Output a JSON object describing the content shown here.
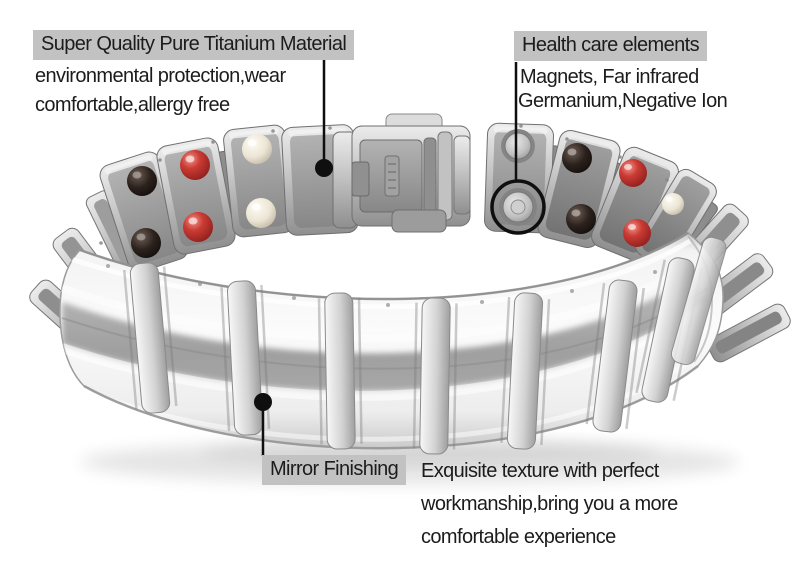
{
  "annotations": {
    "titanium": {
      "title": "Super Quality Pure Titanium Material",
      "lines": [
        "environmental protection,wear",
        "comfortable,allergy free"
      ]
    },
    "health": {
      "title": "Health care elements",
      "lines": [
        "Magnets, Far infrared",
        "Germanium,Negative Ion"
      ]
    },
    "mirror": {
      "title": "Mirror Finishing",
      "lines": [
        "Exquisite texture with perfect",
        "workmanship,bring you a more",
        "comfortable experience"
      ]
    }
  },
  "colors": {
    "label_background": "#c2c2c2",
    "text": "#1c1c1c",
    "callout": "#0f0f0f",
    "dot_red": "#c03531",
    "dot_white": "#ece6d8",
    "dot_black": "#261d18",
    "metal_silver": "#c9c9c9",
    "band_stripe": "#a3a3a3",
    "background": "#ffffff"
  }
}
